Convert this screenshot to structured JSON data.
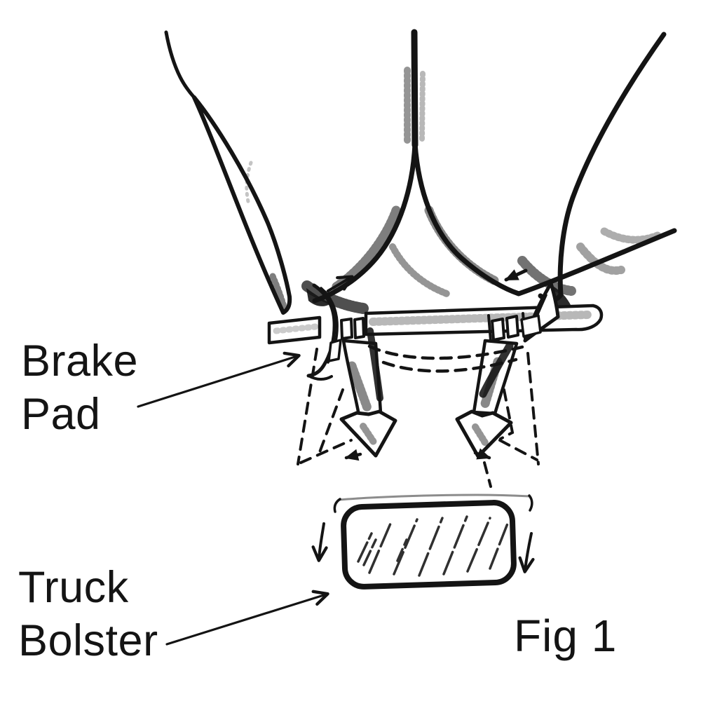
{
  "colors": {
    "ink": "#141414",
    "paper": "#ffffff",
    "pencil": "#666666"
  },
  "labels": {
    "brake_pad_line1": "Brake",
    "brake_pad_line2": "Pad",
    "truck_bolster_line1": "Truck",
    "truck_bolster_line2": "Bolster",
    "figure_caption": "Fig 1"
  }
}
